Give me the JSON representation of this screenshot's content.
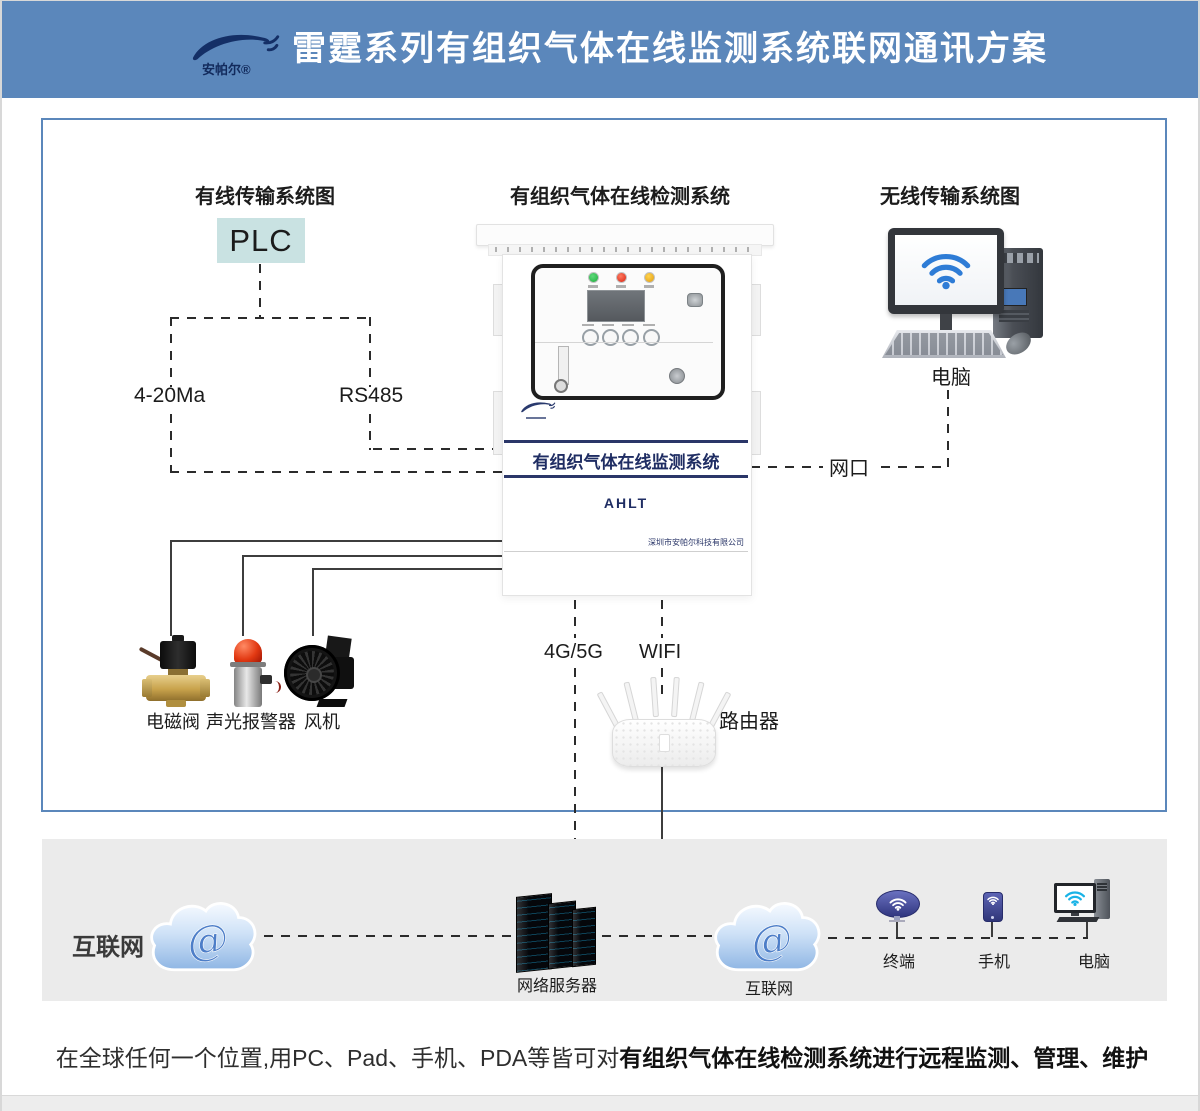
{
  "header": {
    "brand": "安帕尔®",
    "title": "雷霆系列有组织气体在线监测系统联网通讯方案"
  },
  "sections": {
    "wired": "有线传输系统图",
    "center": "有组织气体在线检测系统",
    "wireless": "无线传输系统图"
  },
  "wired": {
    "plc": "PLC",
    "current_loop": "4-20Ma",
    "rs485": "RS485"
  },
  "wireless": {
    "pc": "电脑",
    "port": "网口"
  },
  "cabinet": {
    "banner": "有组织气体在线监测系统",
    "model": "AHLT",
    "company": "深圳市安帕尔科技有限公司"
  },
  "outputs": {
    "valve": "电磁阀",
    "alarm": "声光报警器",
    "fan": "风机"
  },
  "connectivity": {
    "cellular": "4G/5G",
    "wifi": "WIFI",
    "router": "路由器"
  },
  "band": {
    "internet_main": "互联网",
    "at": "@",
    "server": "网络服务器",
    "internet_cloud": "互联网",
    "terminal": "终端",
    "phone": "手机",
    "pc": "电脑"
  },
  "caption": {
    "part1": "在全球任何一个位置,用PC、Pad、手机、PDA等皆可对",
    "part2": "有组织气体在线检测系统",
    "part3": "进行远程监测、管理、维护"
  },
  "colors": {
    "header_bg": "#5b87bb",
    "panel_border": "#5b87bb",
    "plc_fill": "#c9e2e2",
    "navy": "#1f2d63",
    "band_bg": "#ebebeb"
  }
}
